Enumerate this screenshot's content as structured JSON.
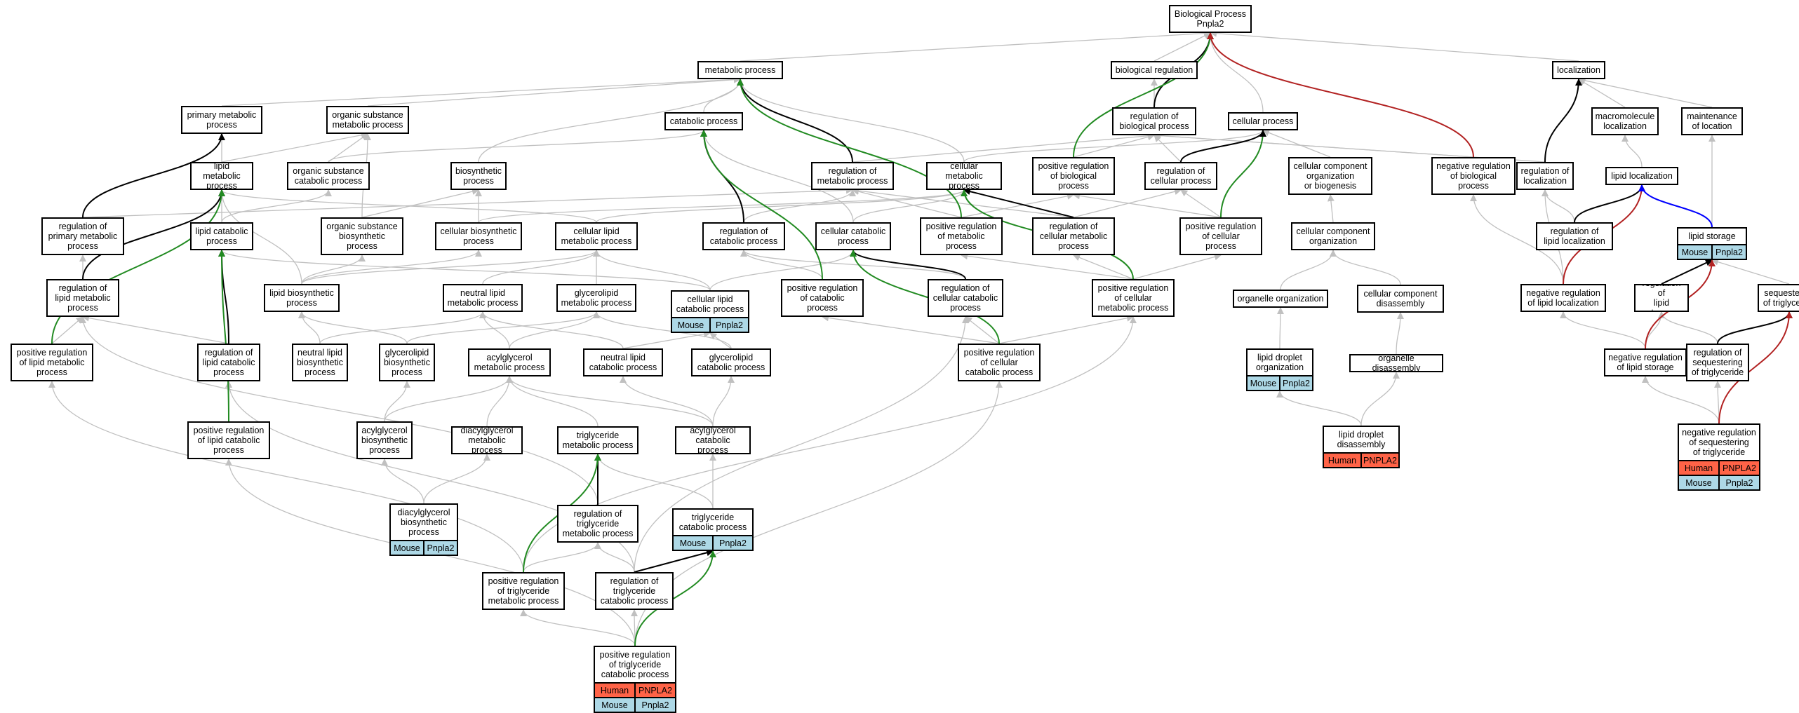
{
  "colors": {
    "default_edge": "#c0c0c0",
    "is_a_edge": "#000000",
    "positively_regulates_edge": "#228b22",
    "negatively_regulates_edge": "#b22222",
    "blue_edge": "#0000ff",
    "human_badge": "#ff6347",
    "mouse_badge": "#add8e6"
  },
  "nodes": {
    "bp": {
      "label": "Biological Process\nPnpla2"
    },
    "metabolic": {
      "label": "metabolic process"
    },
    "biol_reg": {
      "label": "biological regulation"
    },
    "localization": {
      "label": "localization"
    },
    "primary_met": {
      "label": "primary metabolic\nprocess"
    },
    "org_sub_met": {
      "label": "organic substance\nmetabolic process"
    },
    "catabolic": {
      "label": "catabolic process"
    },
    "reg_bio": {
      "label": "regulation of\nbiological process"
    },
    "cellular_proc": {
      "label": "cellular process"
    },
    "macro_loc": {
      "label": "macromolecule\nlocalization"
    },
    "maint_loc": {
      "label": "maintenance\nof location"
    },
    "lipid_met": {
      "label": "lipid metabolic\nprocess"
    },
    "org_sub_cat": {
      "label": "organic substance\ncatabolic process"
    },
    "biosyn": {
      "label": "biosynthetic\nprocess"
    },
    "reg_met": {
      "label": "regulation of\nmetabolic process"
    },
    "cell_met": {
      "label": "cellular metabolic\nprocess"
    },
    "pos_reg_bio": {
      "label": "positive regulation\nof biological\nprocess"
    },
    "reg_cell": {
      "label": "regulation of\ncellular process"
    },
    "cell_comp_org": {
      "label": "cellular component\norganization\nor biogenesis"
    },
    "neg_reg_bio": {
      "label": "negative regulation\nof biological\nprocess"
    },
    "reg_loc": {
      "label": "regulation of\nlocalization"
    },
    "lipid_loc": {
      "label": "lipid localization"
    },
    "reg_prim_met": {
      "label": "regulation of\nprimary metabolic\nprocess"
    },
    "lipid_cat": {
      "label": "lipid catabolic\nprocess"
    },
    "org_sub_bio": {
      "label": "organic substance\nbiosynthetic\nprocess"
    },
    "cell_biosyn": {
      "label": "cellular biosynthetic\nprocess"
    },
    "cell_lipid_met": {
      "label": "cellular lipid\nmetabolic process"
    },
    "reg_cat": {
      "label": "regulation of\ncatabolic process"
    },
    "cell_cat": {
      "label": "cellular catabolic\nprocess"
    },
    "pos_reg_met": {
      "label": "positive regulation\nof metabolic\nprocess"
    },
    "reg_cell_met": {
      "label": "regulation of\ncellular metabolic\nprocess"
    },
    "pos_reg_cell": {
      "label": "positive regulation\nof cellular\nprocess"
    },
    "cell_comp_org2": {
      "label": "cellular component\norganization"
    },
    "reg_lipid_loc": {
      "label": "regulation of\nlipid localization"
    },
    "lipid_storage": {
      "label": "lipid storage",
      "badges": [
        {
          "species": "Mouse",
          "gene": "Pnpla2"
        }
      ]
    },
    "reg_lipid_met": {
      "label": "regulation of\nlipid metabolic\nprocess"
    },
    "lipid_biosyn": {
      "label": "lipid biosynthetic\nprocess"
    },
    "neutral_lipid_met": {
      "label": "neutral lipid\nmetabolic process"
    },
    "glycerolipid_met": {
      "label": "glycerolipid\nmetabolic process"
    },
    "cell_lipid_cat": {
      "label": "cellular lipid\ncatabolic process",
      "badges": [
        {
          "species": "Mouse",
          "gene": "Pnpla2"
        }
      ]
    },
    "pos_reg_cat": {
      "label": "positive regulation\nof catabolic\nprocess"
    },
    "reg_cell_cat": {
      "label": "regulation of\ncellular catabolic\nprocess"
    },
    "pos_reg_cell_met": {
      "label": "positive regulation\nof cellular\nmetabolic process"
    },
    "organelle_org": {
      "label": "organelle organization"
    },
    "cell_comp_dis": {
      "label": "cellular component\ndisassembly"
    },
    "neg_reg_lipid_loc": {
      "label": "negative regulation\nof lipid localization"
    },
    "reg_lipid_storage": {
      "label": "regulation of\nlipid storage"
    },
    "seq_tg": {
      "label": "sequestering\nof triglyceride"
    },
    "pos_reg_lipid_met": {
      "label": "positive regulation\nof lipid metabolic\nprocess"
    },
    "reg_lipid_cat": {
      "label": "regulation of\nlipid catabolic\nprocess"
    },
    "neutral_lipid_bio": {
      "label": "neutral lipid\nbiosynthetic\nprocess"
    },
    "glycerolipid_bio": {
      "label": "glycerolipid\nbiosynthetic\nprocess"
    },
    "acylglycerol_met": {
      "label": "acylglycerol\nmetabolic process"
    },
    "neutral_lipid_cat": {
      "label": "neutral lipid\ncatabolic process"
    },
    "glycerolipid_cat": {
      "label": "glycerolipid\ncatabolic process"
    },
    "pos_reg_cell_cat": {
      "label": "positive regulation\nof cellular\ncatabolic process"
    },
    "lipid_droplet_org": {
      "label": "lipid droplet\norganization",
      "badges": [
        {
          "species": "Mouse",
          "gene": "Pnpla2"
        }
      ]
    },
    "organelle_dis": {
      "label": "organelle disassembly"
    },
    "neg_reg_lipid_storage": {
      "label": "negative regulation\nof lipid storage"
    },
    "reg_seq_tg": {
      "label": "regulation of\nsequestering\nof triglyceride"
    },
    "pos_reg_lipid_cat": {
      "label": "positive regulation\nof lipid catabolic\nprocess"
    },
    "acylglycerol_bio": {
      "label": "acylglycerol\nbiosynthetic\nprocess"
    },
    "diacylglycerol_met": {
      "label": "diacylglycerol\nmetabolic process"
    },
    "tg_met": {
      "label": "triglyceride\nmetabolic process"
    },
    "acylglycerol_cat": {
      "label": "acylglycerol\ncatabolic process"
    },
    "lipid_droplet_dis": {
      "label": "lipid droplet\ndisassembly",
      "badges": [
        {
          "species": "Human",
          "gene": "PNPLA2"
        }
      ]
    },
    "neg_reg_seq_tg": {
      "label": "negative regulation\nof sequestering\nof triglyceride",
      "badges": [
        {
          "species": "Human",
          "gene": "PNPLA2"
        },
        {
          "species": "Mouse",
          "gene": "Pnpla2"
        }
      ]
    },
    "dag_bio": {
      "label": "diacylglycerol\nbiosynthetic\nprocess",
      "badges": [
        {
          "species": "Mouse",
          "gene": "Pnpla2"
        }
      ]
    },
    "reg_tg_met": {
      "label": "regulation of\ntriglyceride\nmetabolic process"
    },
    "tg_cat": {
      "label": "triglyceride\ncatabolic process",
      "badges": [
        {
          "species": "Mouse",
          "gene": "Pnpla2"
        }
      ]
    },
    "pos_reg_tg_met": {
      "label": "positive regulation\nof triglyceride\nmetabolic process"
    },
    "reg_tg_cat": {
      "label": "regulation of\ntriglyceride\ncatabolic process"
    },
    "pos_reg_tg_cat": {
      "label": "positive regulation\nof triglyceride\ncatabolic process",
      "badges": [
        {
          "species": "Human",
          "gene": "PNPLA2"
        },
        {
          "species": "Mouse",
          "gene": "Pnpla2"
        }
      ]
    }
  },
  "edges": [
    [
      "metabolic",
      "bp",
      "default"
    ],
    [
      "biol_reg",
      "bp",
      "default"
    ],
    [
      "localization",
      "bp",
      "default"
    ],
    [
      "cellular_proc",
      "bp",
      "default"
    ],
    [
      "reg_bio",
      "bp",
      "is_a"
    ],
    [
      "pos_reg_bio",
      "bp",
      "pos"
    ],
    [
      "neg_reg_bio",
      "bp",
      "neg"
    ],
    [
      "primary_met",
      "metabolic",
      "default"
    ],
    [
      "org_sub_met",
      "metabolic",
      "default"
    ],
    [
      "catabolic",
      "metabolic",
      "default"
    ],
    [
      "cell_met",
      "metabolic",
      "default"
    ],
    [
      "biosyn",
      "metabolic",
      "default"
    ],
    [
      "reg_met",
      "metabolic",
      "is_a"
    ],
    [
      "pos_reg_met",
      "metabolic",
      "pos"
    ],
    [
      "reg_bio",
      "biol_reg",
      "default"
    ],
    [
      "reg_met",
      "reg_bio",
      "default"
    ],
    [
      "reg_cell",
      "reg_bio",
      "default"
    ],
    [
      "pos_reg_bio",
      "reg_bio",
      "default"
    ],
    [
      "neg_reg_bio",
      "reg_bio",
      "default"
    ],
    [
      "reg_loc",
      "reg_bio",
      "default"
    ],
    [
      "macro_loc",
      "localization",
      "default"
    ],
    [
      "maint_loc",
      "localization",
      "default"
    ],
    [
      "reg_loc",
      "localization",
      "is_a"
    ],
    [
      "cell_met",
      "cellular_proc",
      "default"
    ],
    [
      "cell_comp_org",
      "cellular_proc",
      "default"
    ],
    [
      "pos_reg_cell",
      "cellular_proc",
      "pos"
    ],
    [
      "reg_cell",
      "cellular_proc",
      "is_a"
    ],
    [
      "lipid_met",
      "primary_met",
      "default"
    ],
    [
      "lipid_met",
      "org_sub_met",
      "default"
    ],
    [
      "org_sub_cat",
      "org_sub_met",
      "default"
    ],
    [
      "org_sub_bio",
      "org_sub_met",
      "default"
    ],
    [
      "org_sub_cat",
      "catabolic",
      "default"
    ],
    [
      "cell_cat",
      "catabolic",
      "default"
    ],
    [
      "reg_cat",
      "catabolic",
      "is_a"
    ],
    [
      "pos_reg_cat",
      "catabolic",
      "pos"
    ],
    [
      "lipid_loc",
      "macro_loc",
      "default"
    ],
    [
      "lipid_storage",
      "maint_loc",
      "default"
    ],
    [
      "reg_prim_met",
      "primary_met",
      "is_a"
    ],
    [
      "reg_prim_met",
      "reg_met",
      "default"
    ],
    [
      "reg_lipid_met",
      "lipid_met",
      "is_a"
    ],
    [
      "pos_reg_lipid_met",
      "lipid_met",
      "pos"
    ],
    [
      "lipid_cat",
      "lipid_met",
      "default"
    ],
    [
      "cell_lipid_met",
      "lipid_met",
      "default"
    ],
    [
      "lipid_biosyn",
      "lipid_met",
      "default"
    ],
    [
      "lipid_cat",
      "org_sub_cat",
      "default"
    ],
    [
      "cell_biosyn",
      "biosyn",
      "default"
    ],
    [
      "org_sub_bio",
      "biosyn",
      "default"
    ],
    [
      "reg_cell_met",
      "reg_met",
      "default"
    ],
    [
      "reg_cat",
      "reg_met",
      "default"
    ],
    [
      "pos_reg_met",
      "reg_met",
      "default"
    ],
    [
      "cell_lipid_met",
      "cell_met",
      "default"
    ],
    [
      "cell_biosyn",
      "cell_met",
      "default"
    ],
    [
      "cell_cat",
      "cell_met",
      "default"
    ],
    [
      "reg_cell_met",
      "cell_met",
      "is_a"
    ],
    [
      "pos_reg_cell_met",
      "cell_met",
      "pos"
    ],
    [
      "pos_reg_met",
      "pos_reg_bio",
      "default"
    ],
    [
      "pos_reg_cell",
      "pos_reg_bio",
      "default"
    ],
    [
      "reg_cell_met",
      "reg_cell",
      "default"
    ],
    [
      "pos_reg_cell",
      "reg_cell",
      "default"
    ],
    [
      "cell_comp_org2",
      "cell_comp_org",
      "default"
    ],
    [
      "neg_reg_lipid_loc",
      "neg_reg_bio",
      "default"
    ],
    [
      "reg_lipid_loc",
      "reg_loc",
      "default"
    ],
    [
      "neg_reg_lipid_loc",
      "reg_loc",
      "default"
    ],
    [
      "reg_lipid_loc",
      "lipid_loc",
      "is_a"
    ],
    [
      "neg_reg_lipid_loc",
      "lipid_loc",
      "neg"
    ],
    [
      "lipid_storage",
      "lipid_loc",
      "blue"
    ],
    [
      "reg_lipid_storage",
      "lipid_storage",
      "is_a"
    ],
    [
      "neg_reg_lipid_storage",
      "lipid_storage",
      "neg"
    ],
    [
      "seq_tg",
      "lipid_storage",
      "default"
    ],
    [
      "reg_lipid_met",
      "reg_prim_met",
      "default"
    ],
    [
      "reg_lipid_cat",
      "lipid_cat",
      "is_a"
    ],
    [
      "pos_reg_lipid_cat",
      "lipid_cat",
      "pos"
    ],
    [
      "cell_lipid_cat",
      "lipid_cat",
      "default"
    ],
    [
      "cell_lipid_cat",
      "cell_lipid_met",
      "default"
    ],
    [
      "cell_lipid_cat",
      "cell_cat",
      "default"
    ],
    [
      "reg_cell_cat",
      "cell_cat",
      "is_a"
    ],
    [
      "pos_reg_cell_cat",
      "cell_cat",
      "pos"
    ],
    [
      "reg_cell_cat",
      "reg_cat",
      "default"
    ],
    [
      "pos_reg_cat",
      "reg_cat",
      "default"
    ],
    [
      "pos_reg_cell_met",
      "reg_cell_met",
      "default"
    ],
    [
      "pos_reg_cell_met",
      "pos_reg_cell",
      "default"
    ],
    [
      "pos_reg_cell_met",
      "pos_reg_met",
      "default"
    ],
    [
      "organelle_org",
      "cell_comp_org2",
      "default"
    ],
    [
      "cell_comp_dis",
      "cell_comp_org2",
      "default"
    ],
    [
      "neg_reg_lipid_storage",
      "reg_lipid_storage",
      "default"
    ],
    [
      "neg_reg_lipid_storage",
      "neg_reg_lipid_loc",
      "default"
    ],
    [
      "reg_seq_tg",
      "seq_tg",
      "is_a"
    ],
    [
      "neg_reg_seq_tg",
      "seq_tg",
      "neg"
    ],
    [
      "reg_seq_tg",
      "reg_lipid_storage",
      "default"
    ],
    [
      "neg_reg_seq_tg",
      "reg_seq_tg",
      "default"
    ],
    [
      "neg_reg_seq_tg",
      "neg_reg_lipid_storage",
      "default"
    ],
    [
      "lipid_biosyn",
      "cell_lipid_met",
      "default"
    ],
    [
      "lipid_biosyn",
      "org_sub_bio",
      "default"
    ],
    [
      "lipid_biosyn",
      "cell_biosyn",
      "default"
    ],
    [
      "neutral_lipid_met",
      "cell_lipid_met",
      "default"
    ],
    [
      "glycerolipid_met",
      "cell_lipid_met",
      "default"
    ],
    [
      "neutral_lipid_bio",
      "lipid_biosyn",
      "default"
    ],
    [
      "neutral_lipid_bio",
      "neutral_lipid_met",
      "default"
    ],
    [
      "glycerolipid_bio",
      "lipid_biosyn",
      "default"
    ],
    [
      "glycerolipid_bio",
      "glycerolipid_met",
      "default"
    ],
    [
      "acylglycerol_met",
      "neutral_lipid_met",
      "default"
    ],
    [
      "acylglycerol_met",
      "glycerolipid_met",
      "default"
    ],
    [
      "neutral_lipid_cat",
      "neutral_lipid_met",
      "default"
    ],
    [
      "neutral_lipid_cat",
      "cell_lipid_cat",
      "default"
    ],
    [
      "glycerolipid_cat",
      "glycerolipid_met",
      "default"
    ],
    [
      "glycerolipid_cat",
      "cell_lipid_cat",
      "default"
    ],
    [
      "pos_reg_lipid_met",
      "reg_lipid_met",
      "default"
    ],
    [
      "reg_lipid_cat",
      "reg_lipid_met",
      "default"
    ],
    [
      "pos_reg_lipid_cat",
      "reg_lipid_cat",
      "default"
    ],
    [
      "pos_reg_cell_cat",
      "reg_cell_cat",
      "default"
    ],
    [
      "pos_reg_cell_cat",
      "pos_reg_cat",
      "default"
    ],
    [
      "pos_reg_cell_cat",
      "pos_reg_cell_met",
      "default"
    ],
    [
      "lipid_droplet_org",
      "organelle_org",
      "default"
    ],
    [
      "organelle_dis",
      "cell_comp_dis",
      "default"
    ],
    [
      "acylglycerol_bio",
      "glycerolipid_bio",
      "default"
    ],
    [
      "acylglycerol_bio",
      "acylglycerol_met",
      "default"
    ],
    [
      "diacylglycerol_met",
      "acylglycerol_met",
      "default"
    ],
    [
      "tg_met",
      "acylglycerol_met",
      "default"
    ],
    [
      "acylglycerol_cat",
      "acylglycerol_met",
      "default"
    ],
    [
      "acylglycerol_cat",
      "glycerolipid_cat",
      "default"
    ],
    [
      "acylglycerol_cat",
      "neutral_lipid_cat",
      "default"
    ],
    [
      "lipid_droplet_dis",
      "lipid_droplet_org",
      "default"
    ],
    [
      "lipid_droplet_dis",
      "organelle_dis",
      "default"
    ],
    [
      "dag_bio",
      "acylglycerol_bio",
      "default"
    ],
    [
      "dag_bio",
      "diacylglycerol_met",
      "default"
    ],
    [
      "reg_tg_met",
      "tg_met",
      "is_a"
    ],
    [
      "pos_reg_tg_met",
      "tg_met",
      "pos"
    ],
    [
      "reg_tg_met",
      "reg_lipid_met",
      "default"
    ],
    [
      "tg_cat",
      "tg_met",
      "default"
    ],
    [
      "tg_cat",
      "acylglycerol_cat",
      "default"
    ],
    [
      "pos_reg_tg_met",
      "reg_tg_met",
      "default"
    ],
    [
      "reg_tg_cat",
      "reg_tg_met",
      "default"
    ],
    [
      "reg_tg_cat",
      "tg_cat",
      "is_a"
    ],
    [
      "pos_reg_tg_cat",
      "pos_reg_tg_met",
      "default"
    ],
    [
      "pos_reg_tg_cat",
      "reg_tg_cat",
      "default"
    ],
    [
      "pos_reg_tg_cat",
      "tg_cat",
      "pos"
    ],
    [
      "pos_reg_tg_cat",
      "pos_reg_lipid_cat",
      "default"
    ],
    [
      "pos_reg_tg_cat",
      "pos_reg_cell_cat",
      "default"
    ],
    [
      "reg_tg_cat",
      "reg_lipid_cat",
      "default"
    ],
    [
      "reg_tg_cat",
      "reg_cell_cat",
      "default"
    ],
    [
      "pos_reg_tg_met",
      "pos_reg_lipid_met",
      "default"
    ],
    [
      "pos_reg_tg_met",
      "pos_reg_cell_met",
      "default"
    ]
  ]
}
